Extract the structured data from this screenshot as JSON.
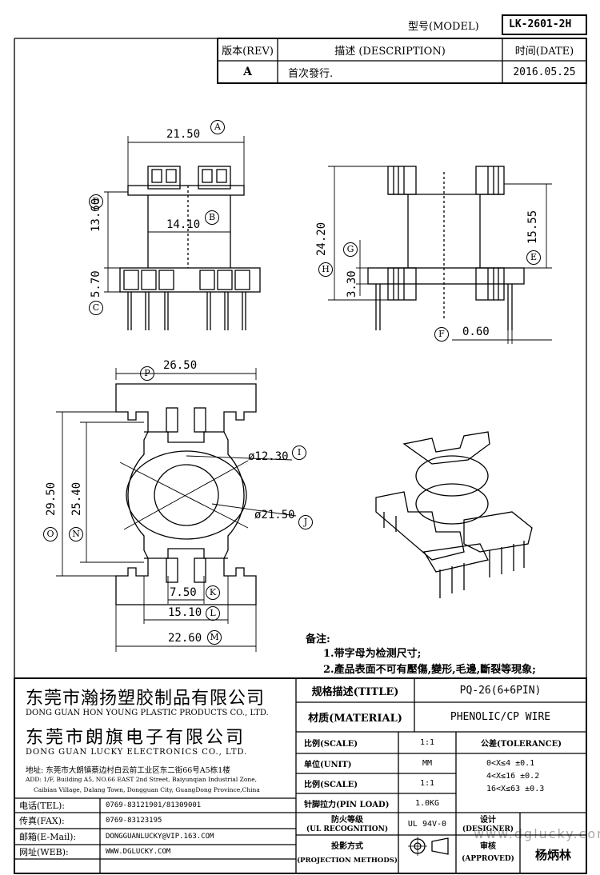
{
  "header": {
    "model_label": "型号(MODEL)",
    "model_value": "LK-2601-2H",
    "rev_label": "版本(REV)",
    "desc_label": "描述 (DESCRIPTION)",
    "date_label": "时间(DATE)",
    "rev_value": "A",
    "desc_value": "首次發行.",
    "date_value": "2016.05.25"
  },
  "dimensions": {
    "A": "21.50",
    "B": "14.10",
    "D": "13.60",
    "C": "5.70",
    "H": "24.20",
    "G": "3.30",
    "E": "15.55",
    "F": "0.60",
    "P": "26.50",
    "I": "ø12.30",
    "J": "ø21.50",
    "O": "29.50",
    "N": "25.40",
    "K": "7.50",
    "L": "15.10",
    "M": "22.60"
  },
  "letters": [
    "A",
    "B",
    "C",
    "D",
    "E",
    "F",
    "G",
    "H",
    "I",
    "J",
    "K",
    "L",
    "M",
    "N",
    "O",
    "P"
  ],
  "notes": {
    "title": "备注:",
    "line1": "1.带字母为检测尺寸;",
    "line2": "2.產品表面不可有壓傷,變形,毛邊,斷裂等現象;"
  },
  "company": {
    "cn1": "东莞市瀚扬塑胶制品有限公司",
    "en1": "DONG GUAN HON YOUNG PLASTIC PRODUCTS CO., LTD.",
    "cn2": "东莞市朗旗电子有限公司",
    "en2": "DONG GUAN LUCKY ELECTRONICS CO., LTD.",
    "addr_cn": "地址: 东莞市大朗镇蔡边村白云前工业区东二街66号A5栋1楼",
    "addr_en1": "ADD: 1/F, Building A5, NO.66 EAST 2nd Street, Baiyunqian Industrial Zone,",
    "addr_en2": "Caibian Village, Dalang Town, Dongguan City, GuangDong Province,China"
  },
  "contact": {
    "tel_label": "电话(TEL):",
    "tel_value": "0769-83121901/81309001",
    "fax_label": "传真(FAX):",
    "fax_value": "0769-83123195",
    "mail_label": "邮箱(E-Mail):",
    "mail_value": "DONGGUANLUCKY@VIP.163.COM",
    "web_label": "网址(WEB):",
    "web_value": "WWW.DGLUCKY.COM"
  },
  "spec": {
    "title_label": "规格描述(TITLE)",
    "title_value": "PQ-26(6+6PIN)",
    "material_label": "材质(MATERIAL)",
    "material_value": "PHENOLIC/CP WIRE",
    "scale_label": "比例(SCALE)",
    "scale_value": "1:1",
    "unit_label": "单位(UNIT)",
    "unit_value": "MM",
    "scale2_label": "比例(SCALE)",
    "scale2_value": "1:1",
    "pin_label": "针脚拉力(PIN LOAD)",
    "pin_value": "1.0KG",
    "ul_label1": "防火等级",
    "ul_label2": "(UL RECOGNITION)",
    "ul_value": "UL 94V-0",
    "proj_label1": "投影方式",
    "proj_label2": "(PROJECTION METHODS)",
    "tol_title": "公差(TOLERANCE)",
    "tol1": "0<X≤4   ±0.1",
    "tol2": "4<X≤16  ±0.2",
    "tol3": "16<X≤63 ±0.3",
    "designer_label1": "设计",
    "designer_label2": "(DESIGNER)",
    "approved_label1": "审核",
    "approved_label2": "(APPROVED)",
    "approved_value": "杨炳林",
    "watermark": "www.dglucky.com"
  }
}
